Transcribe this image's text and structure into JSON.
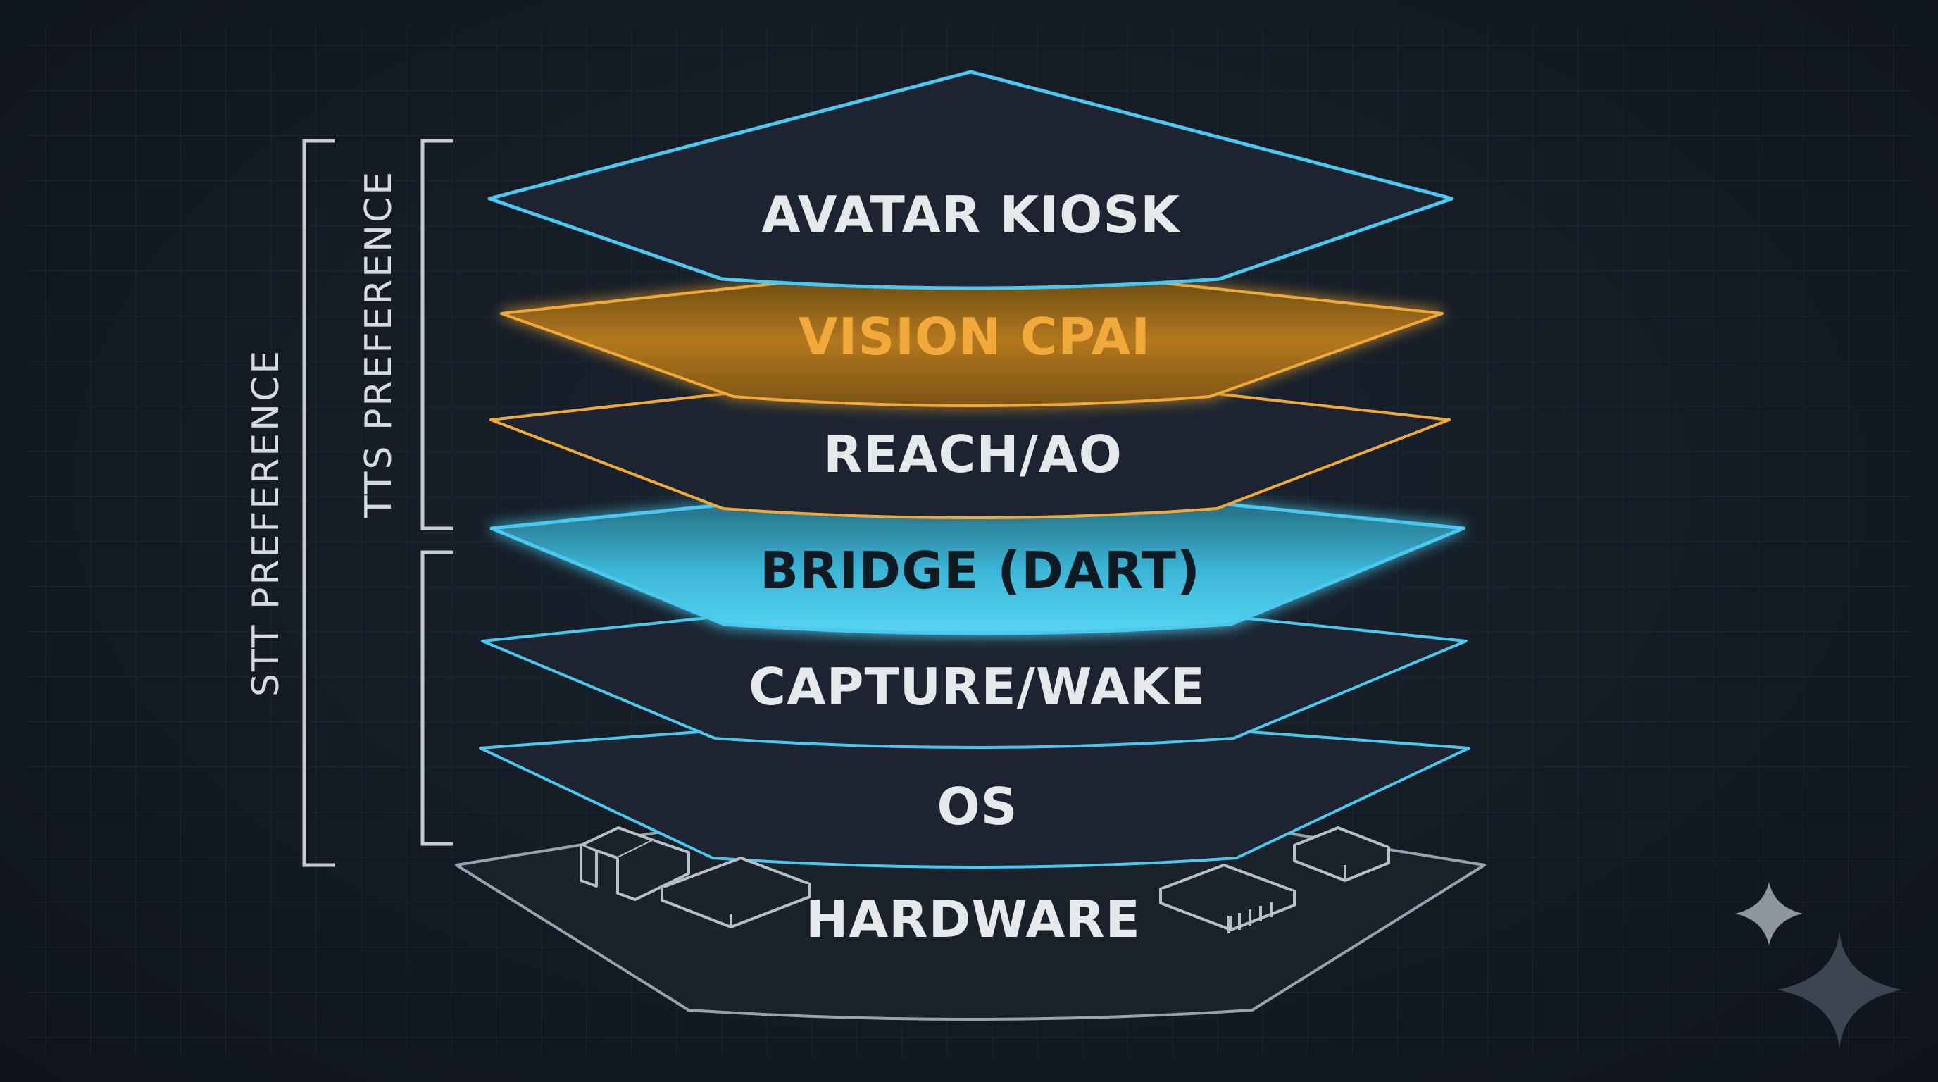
{
  "colors": {
    "background": "#141b24",
    "blue_accent": "#4cc8f0",
    "orange_accent": "#f2a93b",
    "gray_line": "#9aa3ad",
    "label_light": "#e6e8eb",
    "label_dark": "#0f1a22"
  },
  "layers": [
    {
      "id": "avatar-kiosk",
      "label": "AVATAR KIOSK",
      "style": "dark",
      "accent": "blue"
    },
    {
      "id": "vision-cpai",
      "label": "VISION CPAI",
      "style": "orange-glow",
      "accent": "orange"
    },
    {
      "id": "reach-ao",
      "label": "REACH/AO",
      "style": "dark",
      "accent": "orange"
    },
    {
      "id": "bridge-dart",
      "label": "BRIDGE (DART)",
      "style": "blue-glow",
      "accent": "blue"
    },
    {
      "id": "capture-wake",
      "label": "CAPTURE/WAKE",
      "style": "dark",
      "accent": "blue"
    },
    {
      "id": "os",
      "label": "OS",
      "style": "dark",
      "accent": "blue"
    },
    {
      "id": "hardware",
      "label": "HARDWARE",
      "style": "board",
      "accent": "gray"
    }
  ],
  "brackets": {
    "stt": {
      "label": "STT PREFERENCE"
    },
    "tts": {
      "label": "TTS PREFERENCE"
    }
  },
  "icons": [
    "sparkle-icon",
    "sparkle-icon",
    "chip-icon"
  ]
}
